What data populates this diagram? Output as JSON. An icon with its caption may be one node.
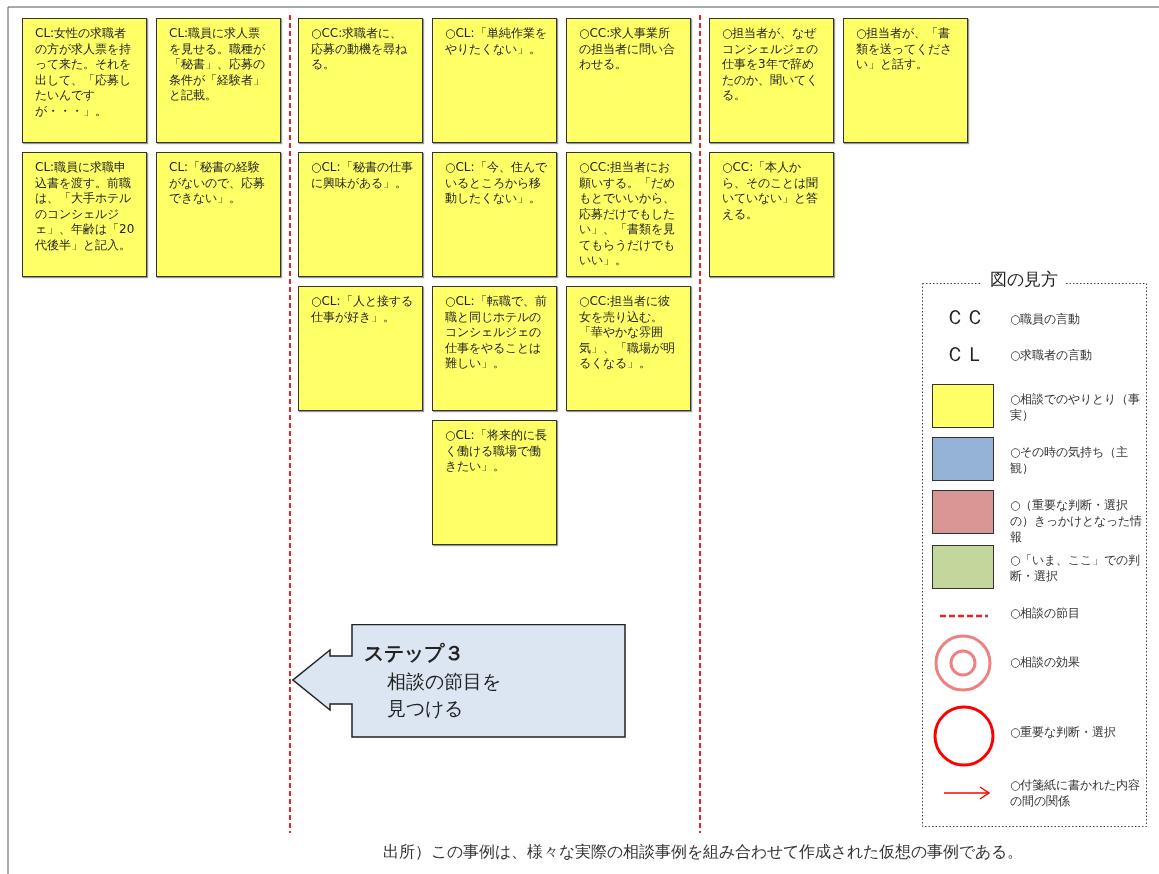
{
  "diagram": {
    "caption": "出所）この事例は、様々な実際の相談事例を組み合わせて作成された仮想の事例である。",
    "nodes": [
      {
        "text": [
          "CL:女性の求職者の方が求人票を持って来た。それを出して、「応募したいんですが・・・」。"
        ]
      },
      {
        "text": [
          "CL:職員に求人票を見せる。職種が「秘書」、応募の条件が「経験者」と記載。"
        ]
      },
      {
        "text": [
          "○CC:求職者に、応募の動機を尋ねる。"
        ]
      },
      {
        "text": [
          "○CL:「単純作業をやりたくない」。"
        ]
      },
      {
        "text": [
          "○CC:求人事業所の担当者に問い合わせる。"
        ]
      },
      {
        "text": [
          "○担当者が、なぜコンシェルジェの仕事を3年で辞めたのか、聞いてくる。"
        ]
      },
      {
        "text": [
          "○担当者が、「書類を送ってください」と話す。"
        ]
      },
      {
        "text": [
          "CL:職員に求職申込書を渡す。前職は、「大手ホテルのコンシェルジェ」、年齢は「20代後半」と記入。"
        ]
      },
      {
        "text": [
          "CL:「秘書の経験がないので、応募できない」。"
        ]
      },
      {
        "text": [
          "○CL:「秘書の仕事に興味がある」。"
        ]
      },
      {
        "text": [
          "○CL:「今、住んでいるところから移動したくない」。"
        ]
      },
      {
        "text": [
          "○CC:担当者にお願いする。「だめもとでいいから、応募だけでもしたい」、「書類を見てもらうだけでもいい」。"
        ]
      },
      {
        "text": [
          "○CC:「本人から、そのことは聞いていない」と答える。"
        ]
      },
      {
        "text": [
          "○CL:「人と接する仕事が好き」。"
        ]
      },
      {
        "text": [
          "○CL:「転職で、前職と同じホテルのコンシェルジェの仕事をやることは難しい」。"
        ]
      },
      {
        "text": [
          "○CC:担当者に彼女を売り込む。「華やかな雰囲気」、「職場が明るくなる」。"
        ]
      },
      {
        "text": [
          "○CL:「将来的に長く働ける職場で働きたい」。"
        ]
      },
      {
        "text": [
          "ステップ３",
          "相談の節目を見つける"
        ]
      }
    ],
    "labels": [
      "図の見方",
      "ＣＣ",
      "ＣＬ"
    ],
    "legend": [
      {
        "text": "○職員の言動"
      },
      {
        "text": "○求職者の言動"
      },
      {
        "text": "○相談でのやりとり（事実）",
        "color": "#ffff66"
      },
      {
        "text": "○その時の気持ち（主観）",
        "color": "#95b3d7"
      },
      {
        "text": "○（重要な判断・選択の）きっかけとなった情報",
        "color": "#d99694"
      },
      {
        "text": "○「いま、ここ」での判断・選択",
        "color": "#c3d69b"
      },
      {
        "text": "○相談の節目"
      },
      {
        "text": "○相談の効果"
      },
      {
        "text": "○重要な判断・選択"
      },
      {
        "text": "○付箋紙に書かれた内容の間の関係"
      }
    ]
  }
}
